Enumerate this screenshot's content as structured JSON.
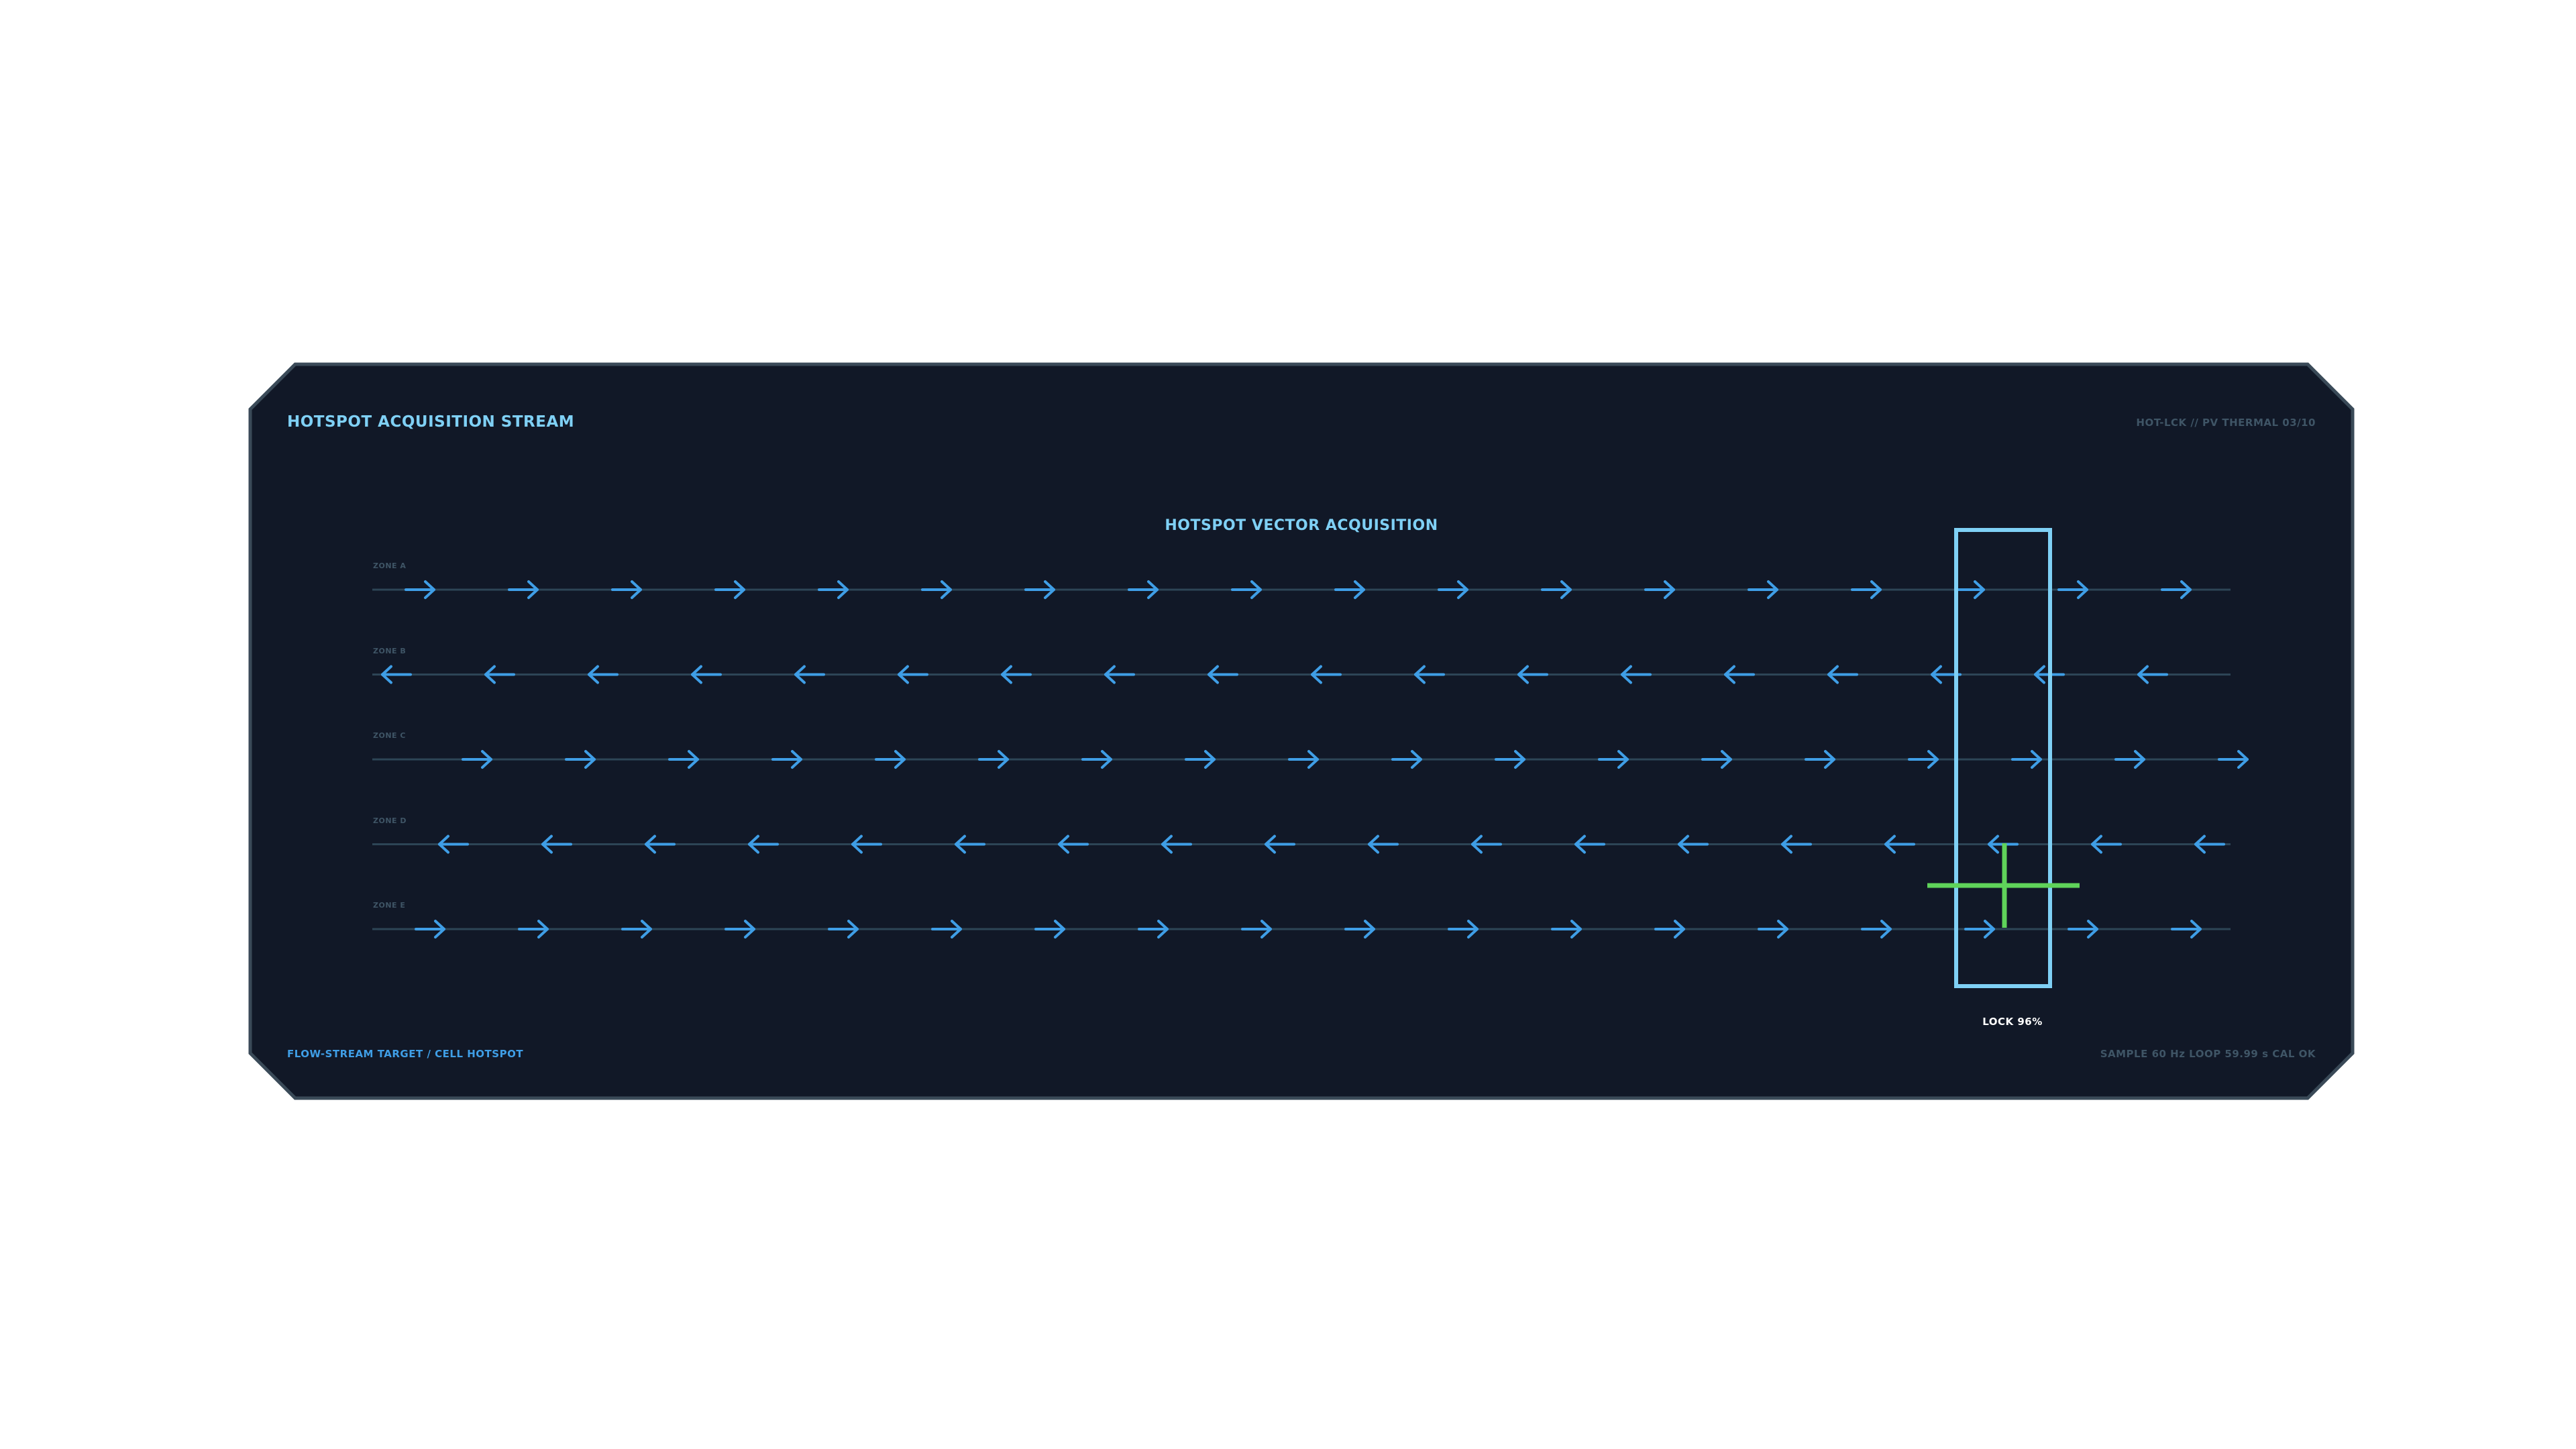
{
  "header": {
    "title": "HOTSPOT ACQUISITION STREAM",
    "code": "HOT-LCK // PV THERMAL 03/10"
  },
  "main": {
    "title": "HOTSPOT VECTOR ACQUISITION",
    "lock_label": "LOCK 96%",
    "zones": [
      {
        "label": "ZONE A",
        "direction": "right"
      },
      {
        "label": "ZONE B",
        "direction": "left"
      },
      {
        "label": "ZONE C",
        "direction": "right"
      },
      {
        "label": "ZONE D",
        "direction": "left"
      },
      {
        "label": "ZONE E",
        "direction": "right"
      }
    ]
  },
  "footer": {
    "left": "FLOW-STREAM TARGET / CELL HOTSPOT",
    "right": "SAMPLE 60 Hz  LOOP 59.99 s  CAL OK"
  },
  "icons": {
    "arrow": "arrow-icon",
    "crosshair": "crosshair-icon"
  },
  "colors": {
    "panel_bg": "#111827",
    "panel_border": "#3a4a58",
    "arrow": "#3f9ee6",
    "track": "#2d4556",
    "lock_box": "#7fd0f5",
    "crosshair": "#5fd35a",
    "title": "#7fd0f5",
    "muted": "#3f5566"
  }
}
